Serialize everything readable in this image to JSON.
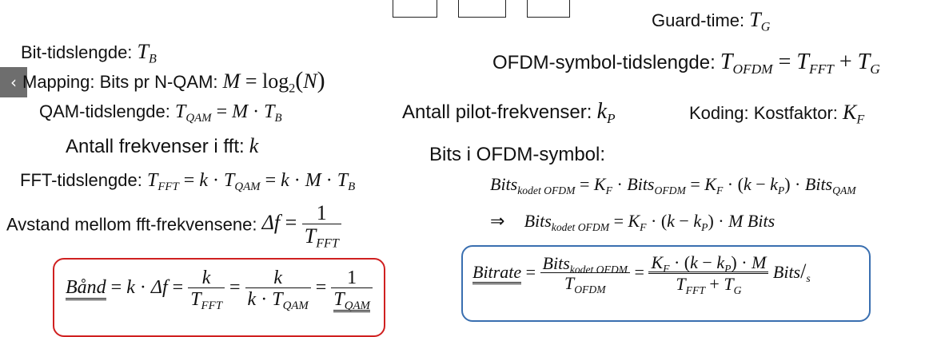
{
  "nav": {
    "back_glyph": "‹"
  },
  "left": {
    "bit_label": "Bit-tidslengde:",
    "mapping_label": "Mapping: Bits pr N-QAM:",
    "qam_label": "QAM-tidslengde:",
    "freq_label": "Antall frekvenser i fft:",
    "fft_label": "FFT-tidslengde:",
    "delta_label": "Avstand mellom fft-frekvensene:"
  },
  "right": {
    "guard_label": "Guard-time:",
    "ofdm_label": "OFDM-symbol-tidslengde:",
    "pilot_label": "Antall pilot-frekvenser:",
    "coding_label": "Koding: Kostfaktor:",
    "bits_label": "Bits i OFDM-symbol:"
  }
}
